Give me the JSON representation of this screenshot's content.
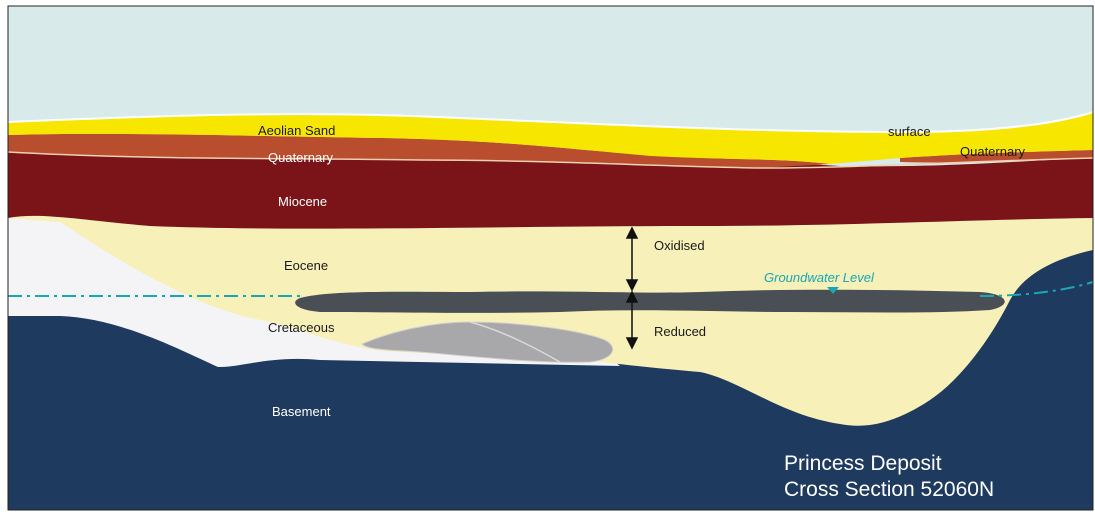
{
  "title": {
    "line1": "Princess Deposit",
    "line2": "Cross Section 52060N"
  },
  "layers": {
    "aeolian_sand": "Aeolian Sand",
    "surface": "surface",
    "quaternary_left": "Quaternary",
    "quaternary_right": "Quaternary",
    "miocene": "Miocene",
    "eocene": "Eocene",
    "cretaceous": "Cretaceous",
    "basement": "Basement"
  },
  "annotations": {
    "oxidised": "Oxidised",
    "reduced": "Reduced",
    "groundwater": "Groundwater Level"
  },
  "colors": {
    "sky": "#d8eaea",
    "aeolian_sand": "#f7e600",
    "quaternary": "#b84e2e",
    "miocene": "#7a1418",
    "eocene": "#f7f0b8",
    "cretaceous": "#f4f4f6",
    "basement": "#1e3a5f",
    "orebody": "#4a4f55",
    "lens": "#a8a8aa",
    "groundwater": "#1aa7b4"
  }
}
